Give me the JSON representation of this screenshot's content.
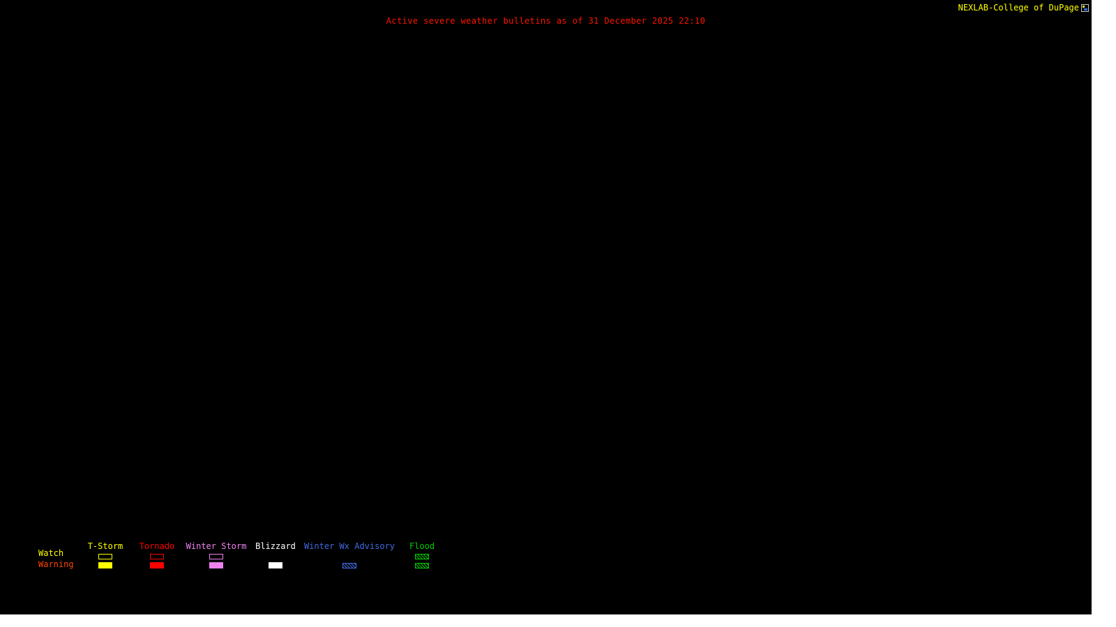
{
  "page": {
    "map_bg": "#000000",
    "margin_bg": "#ffffff"
  },
  "header": {
    "bulletin_text": "Active severe weather bulletins as of 31 December 2025 22:10",
    "bulletin_color": "#ff1400",
    "brand": "NEXLAB-College of DuPage",
    "brand_color": "#ffff00"
  },
  "legend": {
    "rows": [
      {
        "label": "Watch",
        "color": "#ffff00"
      },
      {
        "label": "Warning",
        "color": "#ff4500"
      }
    ],
    "columns": [
      {
        "label": "T-Storm",
        "color": "#ffff00",
        "watch": "outline",
        "warning": "fill"
      },
      {
        "label": "Tornado",
        "color": "#ff0000",
        "watch": "outline",
        "warning": "fill"
      },
      {
        "label": "Winter Storm",
        "color": "#ee82ee",
        "watch": "outline",
        "warning": "fill"
      },
      {
        "label": "Blizzard",
        "color": "#ffffff",
        "watch": "none",
        "warning": "fill"
      },
      {
        "label": "Winter Wx Advisory",
        "color": "#4169e1",
        "watch": "none",
        "warning": "hatch"
      },
      {
        "label": "Flood",
        "color": "#00cc00",
        "watch": "hatch",
        "warning": "hatch"
      }
    ]
  }
}
